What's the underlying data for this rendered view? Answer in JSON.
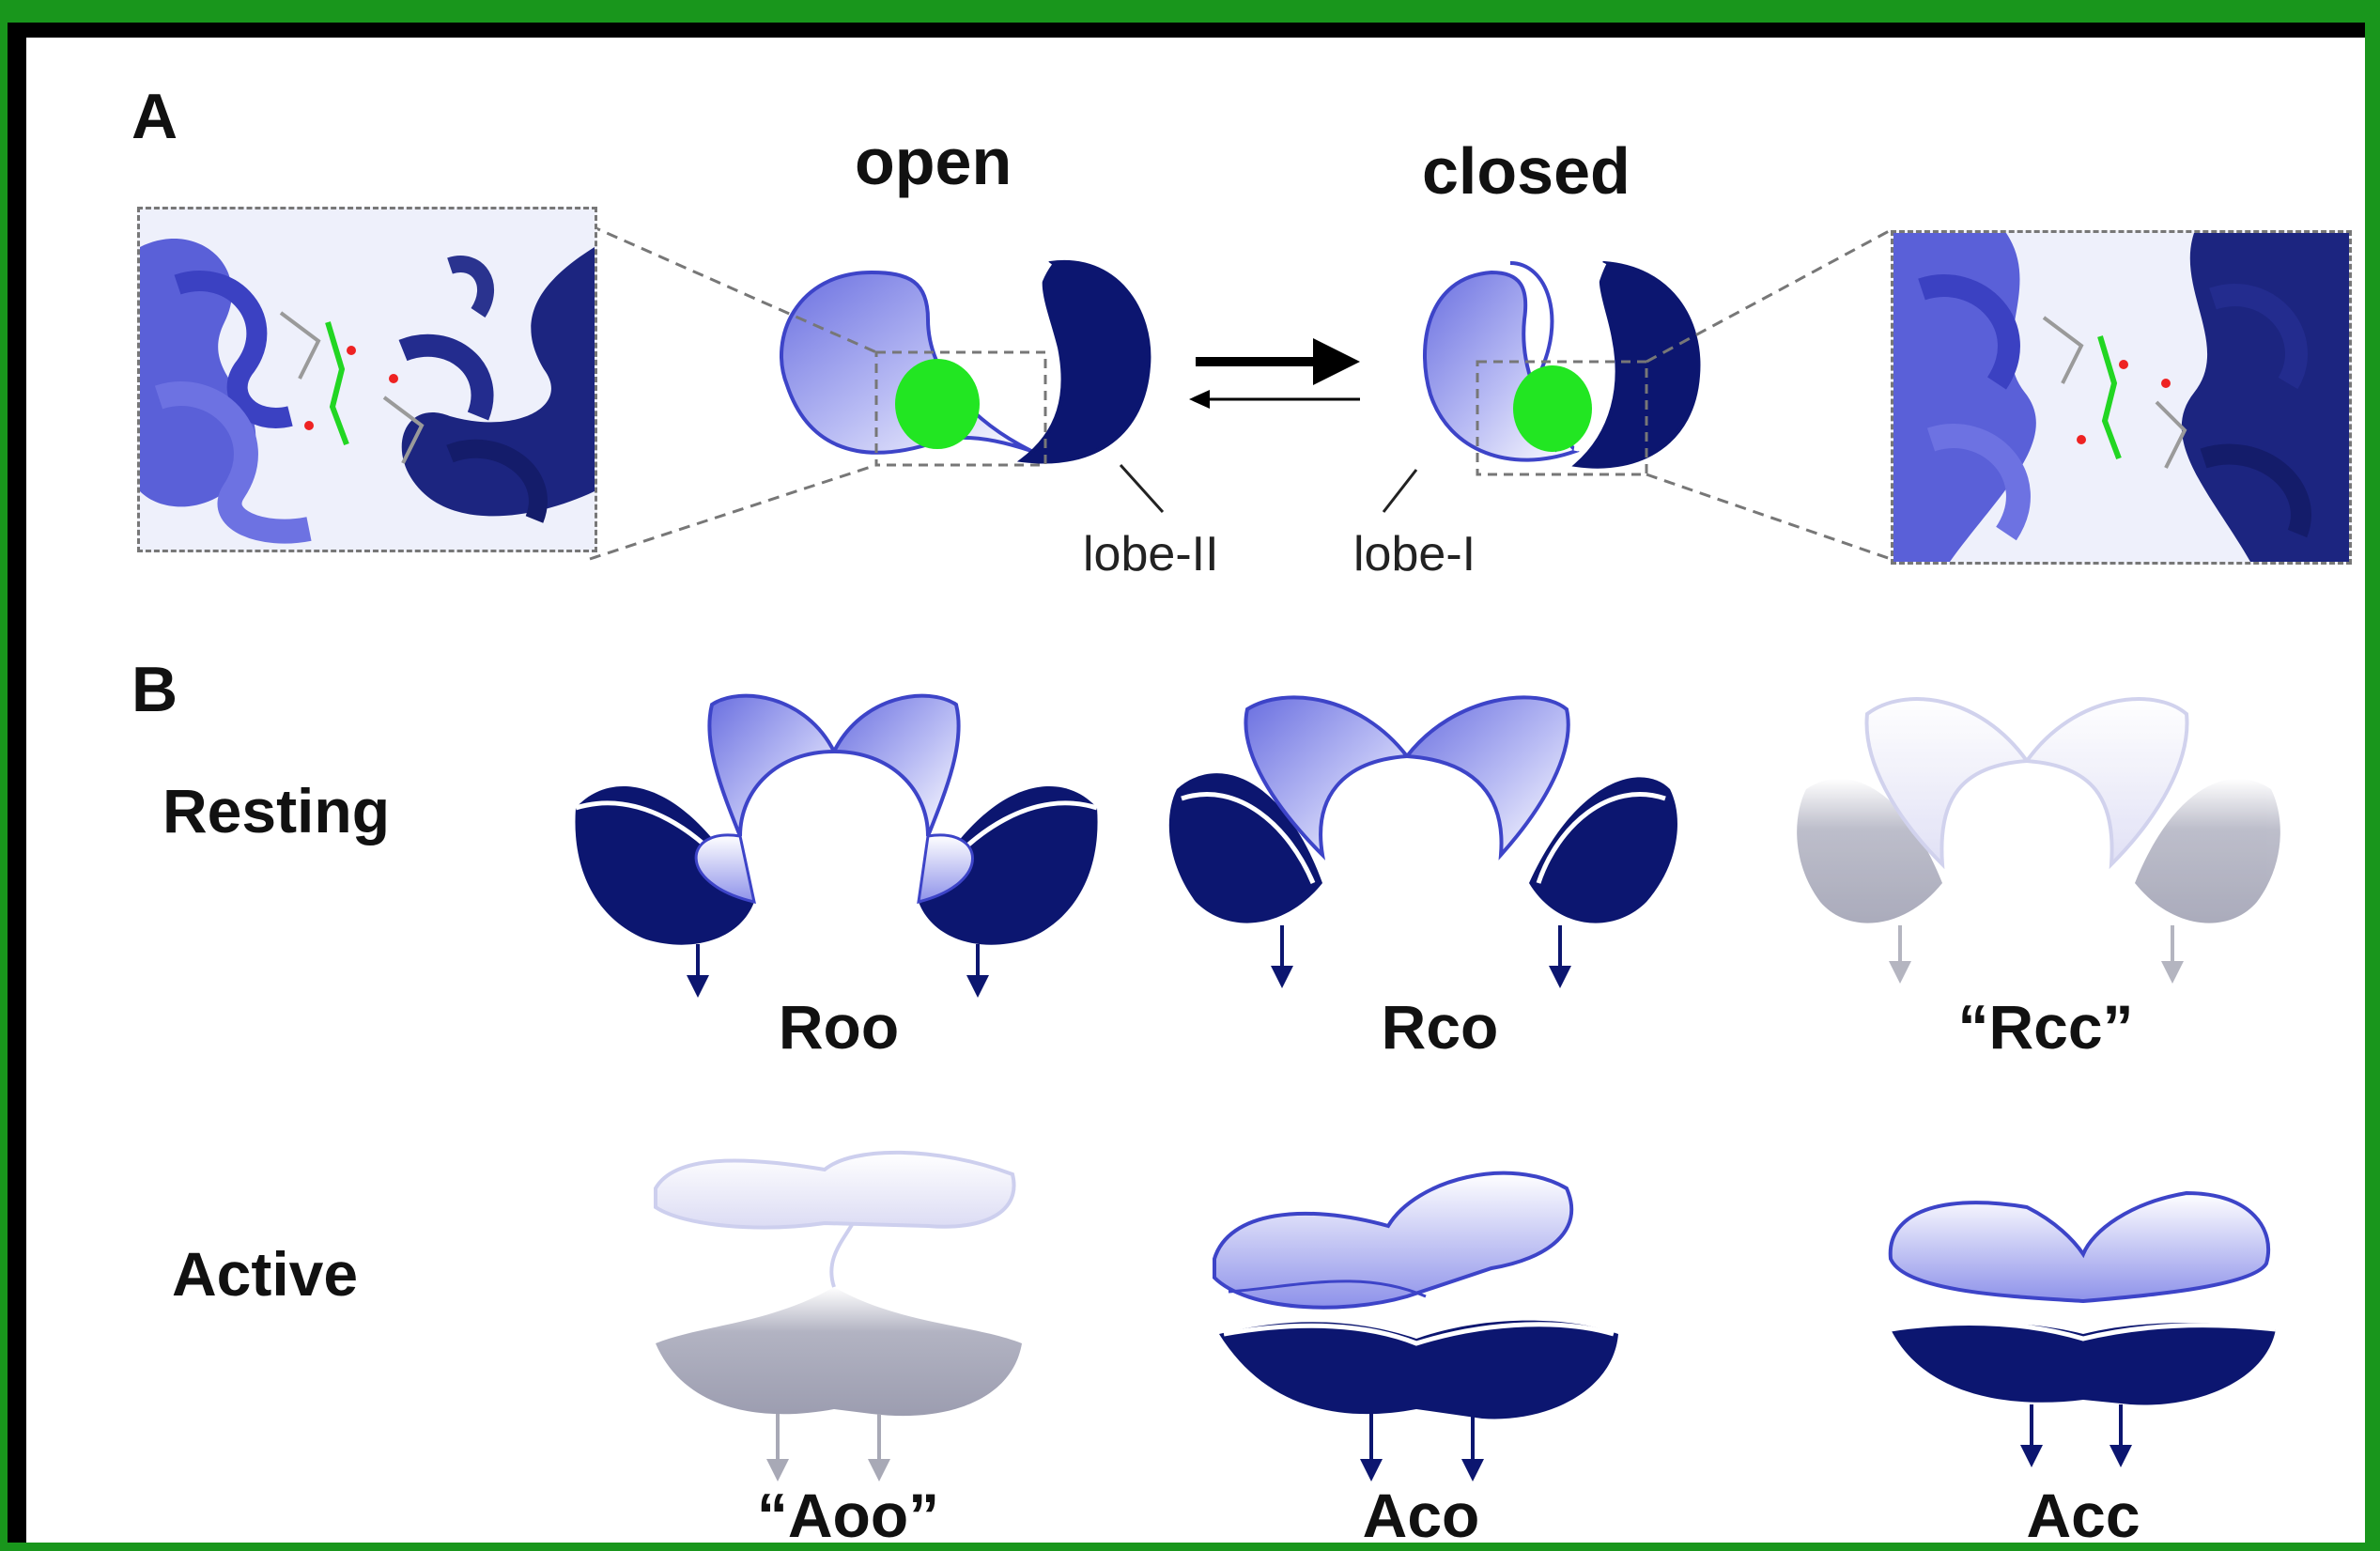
{
  "panel_a": {
    "letter": "A",
    "open_label": "open",
    "closed_label": "closed",
    "lobe_ii_label": "lobe-II",
    "lobe_i_label": "lobe-I"
  },
  "panel_b": {
    "letter": "B",
    "resting_label": "Resting",
    "active_label": "Active",
    "states": {
      "roo": "Roo",
      "rco": "Rco",
      "rcc": "“Rcc”",
      "aoo": "“Aoo”",
      "aco": "Aco",
      "acc": "Acc"
    }
  },
  "colors": {
    "border_green": "#19961c",
    "lobe_dark": "#0c1670",
    "lobe_light": "#6a6fe0",
    "ligand_green": "#22e622",
    "faded_gray": "#a5a7b5"
  }
}
